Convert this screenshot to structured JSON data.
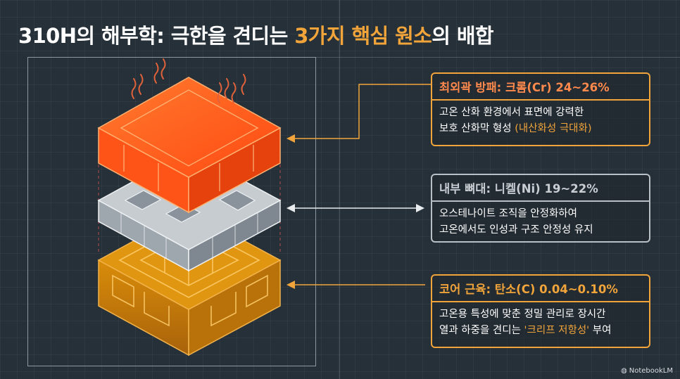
{
  "title": {
    "part1": "310H의 해부학: 극한을 견디는 ",
    "highlight": "3가지 핵심 원소",
    "part2": "의 배합"
  },
  "layers": [
    {
      "heading": "최외곽 방패: 크롬(Cr) 24~26%",
      "line1": "고온 산화 환경에서 표면에 강력한",
      "line2_plain": "보호 산화막 형성 ",
      "line2_accent": "(내산화성 극대화)",
      "color": "#ff5a1e"
    },
    {
      "heading": "내부 뼈대: 니켈(Ni) 19~22%",
      "line1": "오스테나이트 조직을 안정화하여",
      "line2_plain": "고온에서도 인성과 구조 안정성 유지",
      "color": "#c9ced3"
    },
    {
      "heading": "코어 근육: 탄소(C) 0.04~0.10%",
      "line1": "고온용 특성에 맞춘 정밀 관리로 장시간",
      "line2_plain": "열과 하중을 견디는 ",
      "line2_accent": "'크리프 저항성'",
      "line2_tail": " 부여",
      "color": "#d8900e"
    }
  ],
  "watermark": "NotebookLM",
  "icons": [
    "heat-wave-icon",
    "arrow-left-icon",
    "double-arrow-icon",
    "notebooklm-logo-icon"
  ]
}
